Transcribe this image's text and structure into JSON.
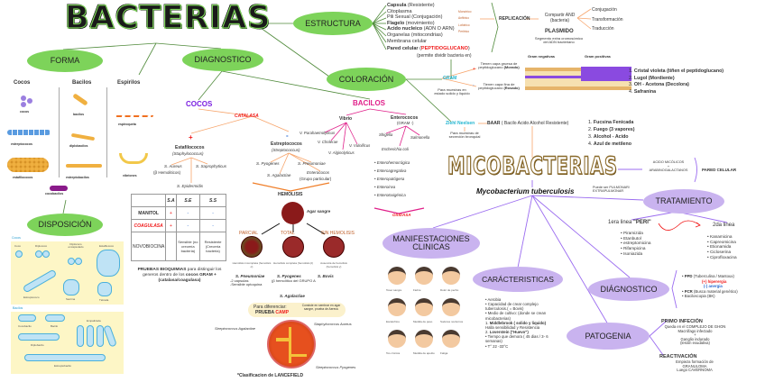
{
  "title": "BACTERIAS",
  "nodes": {
    "forma": "FORMA",
    "diagnostico": "DIAGNOSTICO",
    "estructura": "ESTRUCTURA",
    "coloracion": "COLORACIÓN",
    "disposicion": "DISPOSICIÓN",
    "micobacterias": "MICOBACTERIAS",
    "tratamiento": "TRATAMIENTO",
    "manifestaciones": "MANIFESTACIONES CLINICAS",
    "caracteristicas": "CARÁCTERISTICAS",
    "diagnostico2": "DIÁGNOSTICO",
    "patogenia": "PATOGENIA"
  },
  "forma": {
    "cocos": "Cocos",
    "bacilos": "Bacilos",
    "espirilos": "Espirilos",
    "cocos_img": [
      "cocos",
      "estreptococos",
      "estafilococos"
    ],
    "bacilos_img": [
      "bacilos",
      "diplobacilos",
      "estreptobacilos"
    ],
    "espirilos_img": [
      "espiroqueta",
      "vibriones"
    ],
    "cocobacilos": "cocobacilos"
  },
  "disposicion": {
    "cocos_title": "Cocos",
    "cocos": [
      "Coco",
      "Diplococo",
      "Diplococo encapsulado",
      "Estafilococo",
      "Estreptococo",
      "Sarcina",
      "Tétrada"
    ],
    "bacilos_title": "Bacilos",
    "bacilos": [
      "Cocobacilo",
      "Bacilo",
      "Empalizada",
      "Diplobacilo",
      "Estreptobacilo"
    ]
  },
  "diag_cocos": {
    "title": "COCOS",
    "catalasa": "CATALASA",
    "plus": "+",
    "minus": "-",
    "estafilococos": "Estafilococos",
    "staph": "(Staphylococcus)",
    "aureus": "S. Aureus",
    "aureus2": "(β Hemoliticos)",
    "sapro": "S. Saprophyticus",
    "epid": "S. Epidermidis",
    "estreptococos": "Estreptococos",
    "strep": "(Streptococcus)",
    "pyogenes": "S. Pyogenes",
    "pneumoniae": "S. Pneumoniae",
    "agalactiae": "S. Agalactiae",
    "enterococos": "Enterococos",
    "grupo": "(Grupo particular)"
  },
  "table": {
    "headers": [
      "",
      "S.A",
      "S.E",
      "S.S"
    ],
    "rows": [
      [
        "MANITOL",
        "+",
        "-",
        "-"
      ],
      [
        "COAGULASA",
        "+",
        "-",
        "-"
      ],
      [
        "NOVOBIOCINA",
        "",
        "Sensible (no crecería bacteria)",
        "Resistente (Crecería bacteria)"
      ]
    ],
    "caption_b": "PRUEBAS BIOQUIMIAS",
    "caption": " para distinguir los generos dentro de los ",
    "caption_b2": "cocos GRAM + (catalasa/coagulasa)"
  },
  "hemolisis": {
    "title": "HEMOLISIS",
    "agar": "Agar sangre",
    "types": [
      {
        "label": "PARCIAL",
        "desc": "Hemólisis incompleta (hemolisis α)",
        "name": "S. Pneumoniae",
        "notes": "-2 capsulas\n-Sensible optoquina"
      },
      {
        "label": "TOTAL",
        "desc": "Hemólisis completa (hemolisis β)",
        "name": "S. Pyogenes",
        "notes": "(β hemolítico del GRUPO A"
      },
      {
        "label": "SIN HEMOLISIS",
        "desc": "Ausencia de hemólisis (hemolisis γ)",
        "name": "S. Bovis",
        "notes": ""
      }
    ],
    "agalactiae": "S. Agalactiae",
    "para": "Para diferenciar:",
    "prueba": "PRUEBA ",
    "camp": "CAMP",
    "consiste": "Consiste en sembrar en agar sangre, prueba de Aereus",
    "plate_labels": [
      "Staphylococcus Aureus",
      "Streptococcus Agalactiae",
      "Streptococcus Pyogenes"
    ],
    "lancefield": "*Clasificacion de LANCEFIELD"
  },
  "bacilos": {
    "title": "BACILOS",
    "vibrio": "Vibrio",
    "vibrio_items": [
      "V. Parahaemolyticus",
      "V. Cholerae",
      "V. Alginolyticus",
      "V. Vulnificus"
    ],
    "enterococos": "Enterococos",
    "gram": "(GRAM -)",
    "shigella": "Shigella",
    "salmonella": "Salmonella",
    "ecoli": "Escherichia coli",
    "ecoli_types": [
      "Enterohemorrágica",
      "Enteroagregativa",
      "Enteropatógena",
      "Enteroinva",
      "Enterotoxigénica"
    ],
    "oxidasa": "OXIDASA"
  },
  "estructura": {
    "items": [
      {
        "b": "Capsula",
        "t": " (Resistente)"
      },
      {
        "t": "Citoplasma"
      },
      {
        "t": "Pili Sexual (Conjugación)"
      },
      {
        "b": "Flagelo",
        "t": " (movimiento)"
      },
      {
        "b": "Acido nucleico",
        "t": " (ADN O ARN)"
      },
      {
        "t": "Organelas (mitocondrias)"
      },
      {
        "t": "Membrana celular"
      }
    ],
    "pared_b": "Pared celular",
    "pared_r": "PEPTIDOGLUCANO",
    "permite": "(permite dividir bacteria en)",
    "flagelos": [
      "Monotrico",
      "Anfitrico",
      "Lofotrico",
      "Peritrico"
    ],
    "replicacion": "REPLICACIÓN",
    "compartir": "Compartir AND (bacteria)",
    "plasmido": "PLASMIDO",
    "segmento": "Segmento extra cromosómico del ADN bacteriano",
    "tipos": [
      "Conjugación",
      "Transformación",
      "Traducción"
    ]
  },
  "coloracion": {
    "gram": "GRAM",
    "plus": "+",
    "minus": "-",
    "gruesa": "Tienen capa gruesa de peptidoglucano",
    "morado": "(Morado)",
    "fina": "Tienen capa fina de peptidoglucano",
    "rosado": "(Rosado)",
    "muestras": "Para muestras en estado solido y liquido",
    "gneg": "Gram negativas",
    "gpos": "Gram positivas",
    "pasos": [
      {
        "n": "1.",
        "b": "Cristal violeta (tiñen el peptidoglucano)"
      },
      {
        "n": "2.",
        "b": "Lugol (Mordiente)"
      },
      {
        "n": "3.",
        "b": "OH - Acetona (Decolora)"
      },
      {
        "n": "4.",
        "b": "Safranina"
      }
    ],
    "ziehl": "Ziehl Neelsen",
    "baar": "BAAR",
    "baar_t": " ( Bacilo Acido Alcohol Resistente)",
    "ziehl_muestras": "Para muestras de secreción bronquial",
    "zn_pasos": [
      {
        "n": "1.",
        "b": "Fucsina Fenicada"
      },
      {
        "n": "2.",
        "b": "Fuego (3 vapores)"
      },
      {
        "n": "3.",
        "b": "Alcohol - Acido"
      },
      {
        "n": "4.",
        "b": "Azul de metileno"
      }
    ]
  },
  "mico": {
    "acido": "ACIDO MICÓLICOS\n+\nARABINOGALACTANOS",
    "pared": "PARED CELULAR",
    "species": "Mycobacterium tuberculosis",
    "puede": "Puede ser PULMONAR/ EXTRAPULMONAR"
  },
  "tratamiento": {
    "primera": "1era linea ",
    "peri": "\"PERI\"",
    "primera_items": [
      "Piramizida",
      "Etanbutol",
      "estreptomicina",
      "Rifampicina",
      "Isoniazida"
    ],
    "segunda": "2da linea",
    "segunda_items": [
      "Kanamicina",
      "Capreomicina",
      "Etionamida",
      "Cicloserina",
      "Ciprofloxacina"
    ]
  },
  "sintomas": [
    "Toser sangre",
    "Fiebre",
    "Dolor de pecho",
    "Escalofríos",
    "Medida de peso",
    "Sudores nocturnos",
    "Tos crónica",
    "Medida de apetito",
    "Fatiga"
  ],
  "caracteristicas": {
    "items": [
      {
        "t": "Aerobia",
        "bul": 1
      },
      {
        "t": "Capacidad de crear complejo tuberculosis.( = Bovis)",
        "bul": 1
      },
      {
        "t": "Medio de cultivo: (donde se crean micobacterias)",
        "bul": 1
      },
      {
        "n": "1.",
        "b": "Middlebrook ( solido y liquido)"
      },
      {
        "t": "Halla sensibilidad y Resistencia"
      },
      {
        "n": "2.",
        "b": "Loverstein (\"Huevo\")"
      },
      {
        "t": "Tiempo que demora ( 45 dias / 3- 6 semanas)",
        "bul": 1
      },
      {
        "t": "T° 22 -33°C",
        "bul": 1
      }
    ]
  },
  "diagnostico": {
    "ppd_b": "PPD",
    "ppd": " (Tuberculina / Mantoux)",
    "hiper": "(+) hiperergia",
    "anergia": "(-) anergia",
    "pcr_b": "PCR",
    "pcr": " (Busca material genético)",
    "bacilo": "Baciloscopia (BK)"
  },
  "patogenia": {
    "primo": "PRIMO INFECIÓN",
    "primo_t": "Queda en el COMPLEJO DE GHON\nMacrófago infectado\n+\nGanglio indurado\n(lesión exudativa)",
    "react": "REACTIVACIÓN",
    "react_t": "Empieza formación de\nGRANULOMA\nLuego CAVERNOMA"
  },
  "colors": {
    "green": "#7dd35a",
    "purple": "#c9b3ef",
    "cocos": "#7a1fe0",
    "bacilos": "#e0208a",
    "red": "#f01a1a",
    "cyan": "#22b5d0",
    "gold": "#8a6a2a"
  }
}
